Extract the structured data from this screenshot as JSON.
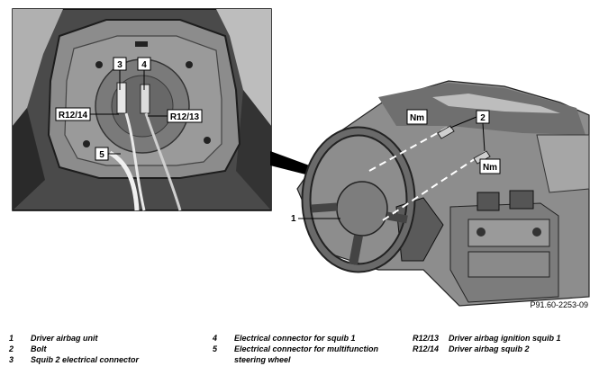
{
  "figure_code": "P91.60-2253-09",
  "callouts": {
    "c1": "1",
    "c2": "2",
    "c3": "3",
    "c4": "4",
    "c5": "5",
    "r1214": "R12/14",
    "r1213": "R12/13",
    "nm1": "Nm",
    "nm2": "Nm"
  },
  "legend": [
    {
      "key": "1",
      "text": "Driver airbag unit"
    },
    {
      "key": "2",
      "text": "Bolt"
    },
    {
      "key": "3",
      "text": "Squib 2 electrical connector"
    },
    {
      "key": "4",
      "text": "Electrical connector for squib 1"
    },
    {
      "key": "5",
      "text": "Electrical connector for multifunction"
    },
    {
      "key": "",
      "text": "steering wheel"
    },
    {
      "key": "R12/13",
      "text": "Driver airbag ignition squib 1"
    },
    {
      "key": "R12/14",
      "text": "Driver airbag squib 2"
    }
  ]
}
